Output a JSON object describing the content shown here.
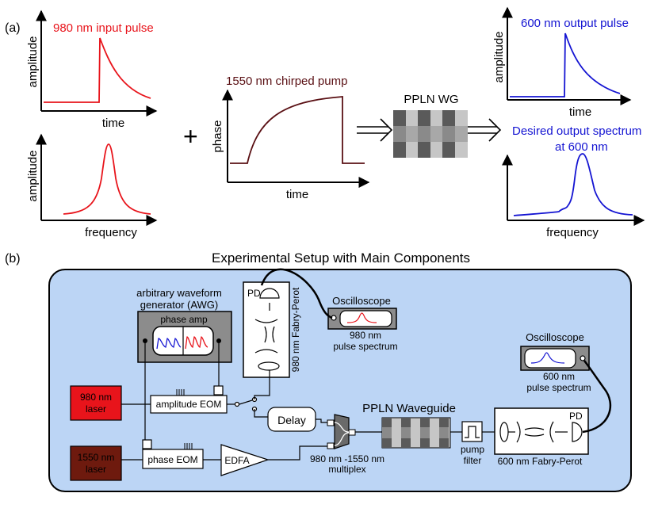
{
  "panel_a": {
    "label": "(a)",
    "input_pulse_title": "980 nm input pulse",
    "input_pulse_ylabel": "amplitude",
    "input_pulse_xlabel": "time",
    "input_spectrum_ylabel": "amplitude",
    "input_spectrum_xlabel": "frequency",
    "plus": "+",
    "pump_title": "1550 nm chirped pump",
    "pump_ylabel": "phase",
    "pump_xlabel": "time",
    "wg_label": "PPLN WG",
    "output_pulse_title": "600 nm output pulse",
    "output_pulse_ylabel": "amplitude",
    "output_pulse_xlabel": "time",
    "output_spectrum_title_line1": "Desired output spectrum",
    "output_spectrum_title_line2": "at 600 nm",
    "output_spectrum_xlabel": "frequency"
  },
  "panel_b": {
    "label": "(b)",
    "title": "Experimental Setup with Main Components",
    "awg_line1": "arbitrary waveform",
    "awg_line2": "generator (AWG)",
    "phase_amp": "phase amp",
    "fp980_pd": "PD",
    "fp980_label": "980 nm Fabry-Perot",
    "osc1_label": "Oscilloscope",
    "osc1_cap_line1": "980 nm",
    "osc1_cap_line2": "pulse spectrum",
    "osc2_label": "Oscilloscope",
    "osc2_cap_line1": "600 nm",
    "osc2_cap_line2": "pulse spectrum",
    "laser980_line1": "980 nm",
    "laser980_line2": "laser",
    "laser1550_line1": "1550 nm",
    "laser1550_line2": "laser",
    "amp_eom": "amplitude EOM",
    "phase_eom": "phase EOM",
    "edfa": "EDFA",
    "delay": "Delay",
    "mux_line1": "980 nm -1550 nm",
    "mux_line2": "multiplex",
    "ppln_label": "PPLN Waveguide",
    "pump_filter_line1": "pump",
    "pump_filter_line2": "filter",
    "fp600_label": "600 nm Fabry-Perot",
    "fp600_pd": "PD"
  },
  "colors": {
    "input": "#e8141b",
    "output": "#1414d2",
    "pump": "#5a1014",
    "setup_bg": "#bcd5f5",
    "laser980": "#e8141b",
    "laser1550": "#6e1a0e"
  }
}
